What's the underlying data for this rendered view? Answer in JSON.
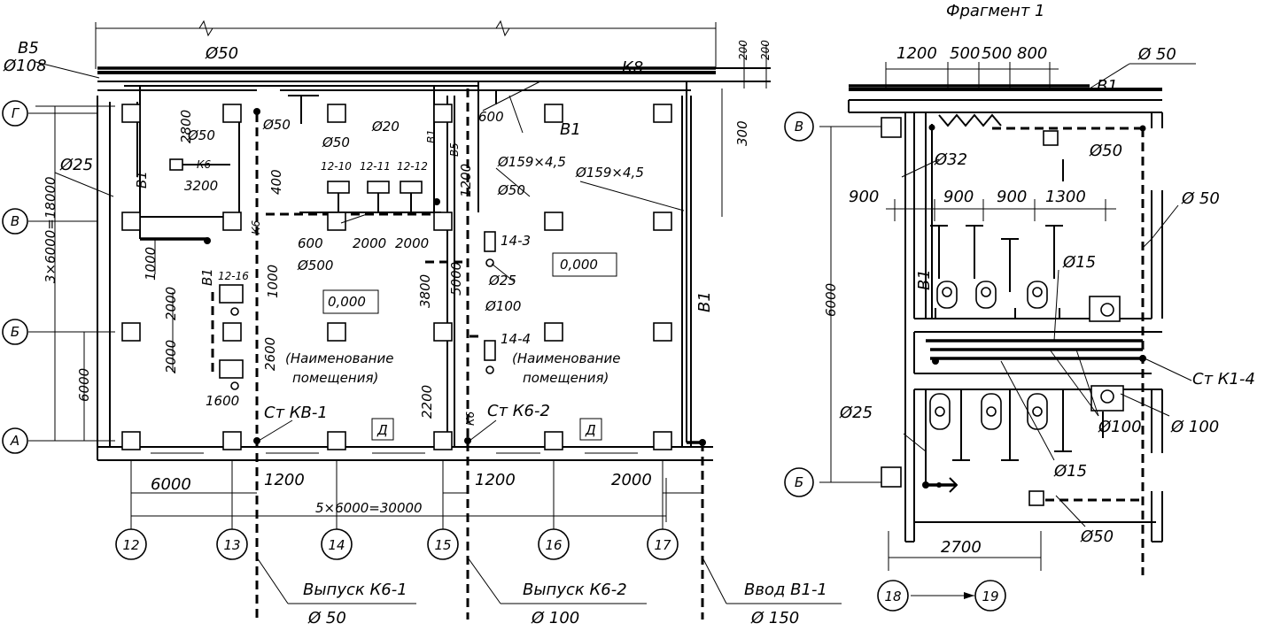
{
  "fragment_title": "Фрагмент 1",
  "main_plan": {
    "axes_columns": [
      "12",
      "13",
      "14",
      "15",
      "16",
      "17"
    ],
    "axes_rows": [
      "Г",
      "В",
      "Б",
      "А"
    ],
    "dims_bottom": {
      "d1": "6000",
      "d2": "1200",
      "d3": "1200",
      "d4": "2000",
      "total": "5×6000=30000"
    },
    "dims_left": {
      "total": "3×6000=18000",
      "d6000": "6000",
      "d1000": "1000",
      "d2000a": "2000",
      "d2000b": "2000"
    },
    "dims_right": {
      "d200a": "200",
      "d200b": "200",
      "d300": "300"
    },
    "labels": {
      "b5_top": "В5",
      "d108": "Ø108",
      "d50_top": "Ø50",
      "k8": "К8",
      "d25_left": "Ø25",
      "b1_left": "В1",
      "d50_room": "Ø50",
      "k6_room": "К6",
      "d2800": "2800",
      "d3200": "3200",
      "d50_c": "Ø50",
      "d400": "400",
      "d50_mid": "Ø50",
      "d20": "Ø20",
      "b1_mid": "В1",
      "b5_mid": "В5",
      "d600a": "600",
      "b1_right": "В1",
      "d159a": "Ø159×4,5",
      "d159b": "Ø159×4,5",
      "d50_right": "Ø50",
      "d1200v": "1200",
      "fx1": "12-10",
      "fx2": "12-11",
      "fx3": "12-12",
      "k6_v": "К6",
      "d600b": "600",
      "d2000c": "2000",
      "d2000d": "2000",
      "d500": "Ø500",
      "fx143": "14-3",
      "level1": "0,000",
      "level2": "0,000",
      "fx1216": "12-16",
      "b1_lower": "В1",
      "d1000b": "1000",
      "d3800": "3800",
      "d5000": "5000",
      "d25_mid": "Ø25",
      "d100_mid": "Ø100",
      "fx144": "14-4",
      "d2600": "2600",
      "room_name_1a": "(Наименование",
      "room_name_1b": "помещения)",
      "room_name_2a": "(Наименование",
      "room_name_2b": "помещения)",
      "b1_vert": "В1",
      "d1600": "1600",
      "stkv1": "Ст КВ-1",
      "d_mark1": "Д",
      "d2200": "2200",
      "k6_low": "К6",
      "stk62": "Ст К6-2",
      "d_mark2": "Д"
    },
    "outlets": {
      "o1_title": "Выпуск К6-1",
      "o1_d": "Ø 50",
      "o2_title": "Выпуск К6-2",
      "o2_d": "Ø 100",
      "o3_title": "Ввод В1-1",
      "o3_d": "Ø 150"
    }
  },
  "fragment": {
    "axes_rows": [
      "В",
      "Б"
    ],
    "axes_columns": [
      "18",
      "19"
    ],
    "dims_top": [
      "1200",
      "500",
      "500",
      "800"
    ],
    "dims_mid": [
      "900",
      "900",
      "900",
      "1300"
    ],
    "d6000": "6000",
    "d2700": "2700",
    "labels": {
      "d50_top": "Ø 50",
      "b1_top": "В1",
      "d50_a": "Ø50",
      "d32": "Ø32",
      "d50_b": "Ø 50",
      "d15_a": "Ø15",
      "b1_v": "В1",
      "stk14": "Ст К1-4",
      "d100_a": "Ø100",
      "d100_b": "Ø 100",
      "d25": "Ø25",
      "d15_b": "Ø15",
      "d50_c": "Ø50"
    }
  }
}
